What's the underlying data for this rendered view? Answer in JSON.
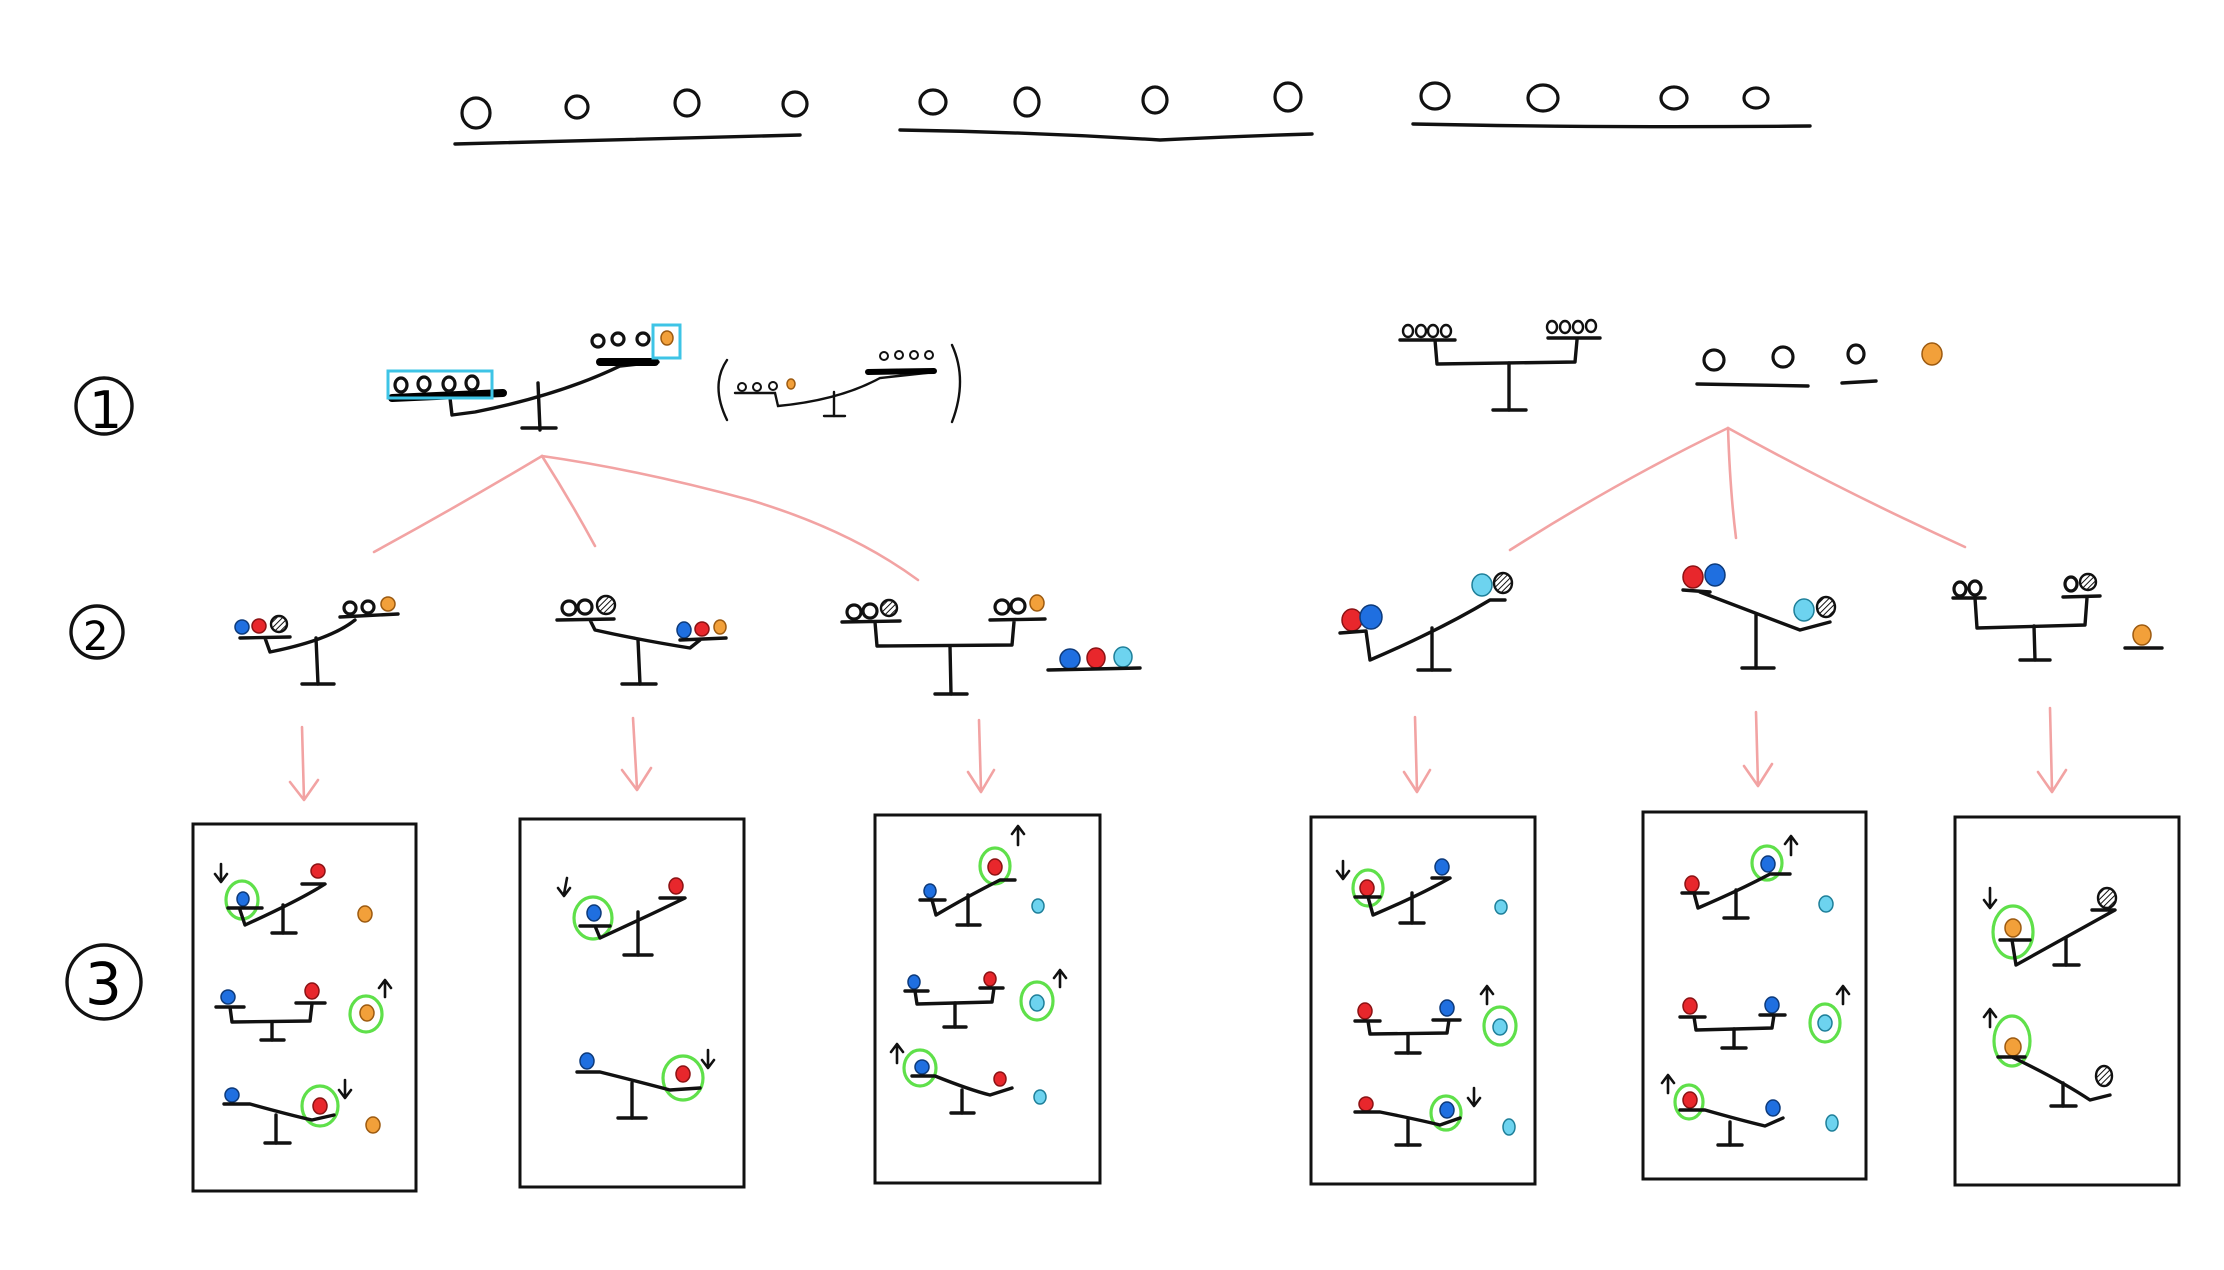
{
  "steps": {
    "one": "1",
    "two": "2",
    "three": "3"
  },
  "colors": {
    "ink": "#111111",
    "arrow": "#f2a3a3",
    "highlight": "#3ec4e6",
    "selection": "#5fe04a",
    "red": "#e8272c",
    "blue": "#1f6fe0",
    "orange": "#f2a03a",
    "cyan": "#6dd3ef"
  },
  "icons": [
    "hollow-ball-icon",
    "red-ball-icon",
    "blue-ball-icon",
    "orange-ball-icon",
    "cyan-ball-icon",
    "hatched-ball-icon",
    "balance-scale-icon",
    "up-arrow-icon",
    "down-arrow-icon"
  ]
}
